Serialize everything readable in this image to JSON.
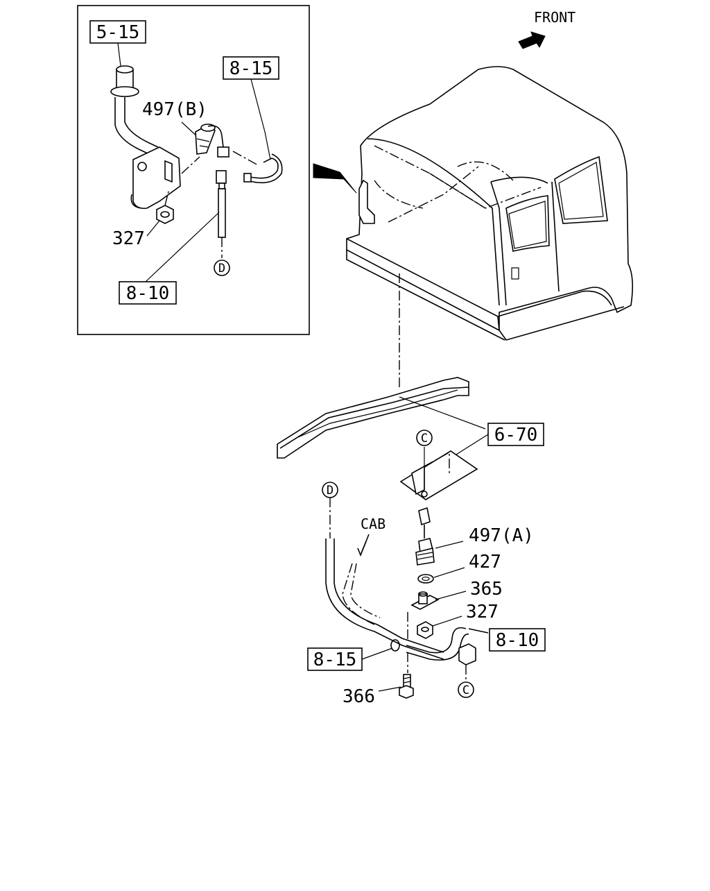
{
  "diagram": {
    "direction": {
      "front_label": "FRONT",
      "cab_label": "CAB"
    },
    "inset": {
      "refs": {
        "r515": "5-15",
        "r815": "8-15",
        "r810": "8-10"
      },
      "parts": {
        "p497b": "497(B)",
        "p327": "327"
      },
      "connector_marker": "D"
    },
    "main": {
      "refs": {
        "r670": "6-70",
        "r815": "8-15",
        "r810": "8-10"
      },
      "parts": {
        "p497a": "497(A)",
        "p427": "427",
        "p365": "365",
        "p327": "327",
        "p366": "366"
      },
      "markers": {
        "c_top": "C",
        "d": "D",
        "c_bottom": "C"
      }
    }
  }
}
